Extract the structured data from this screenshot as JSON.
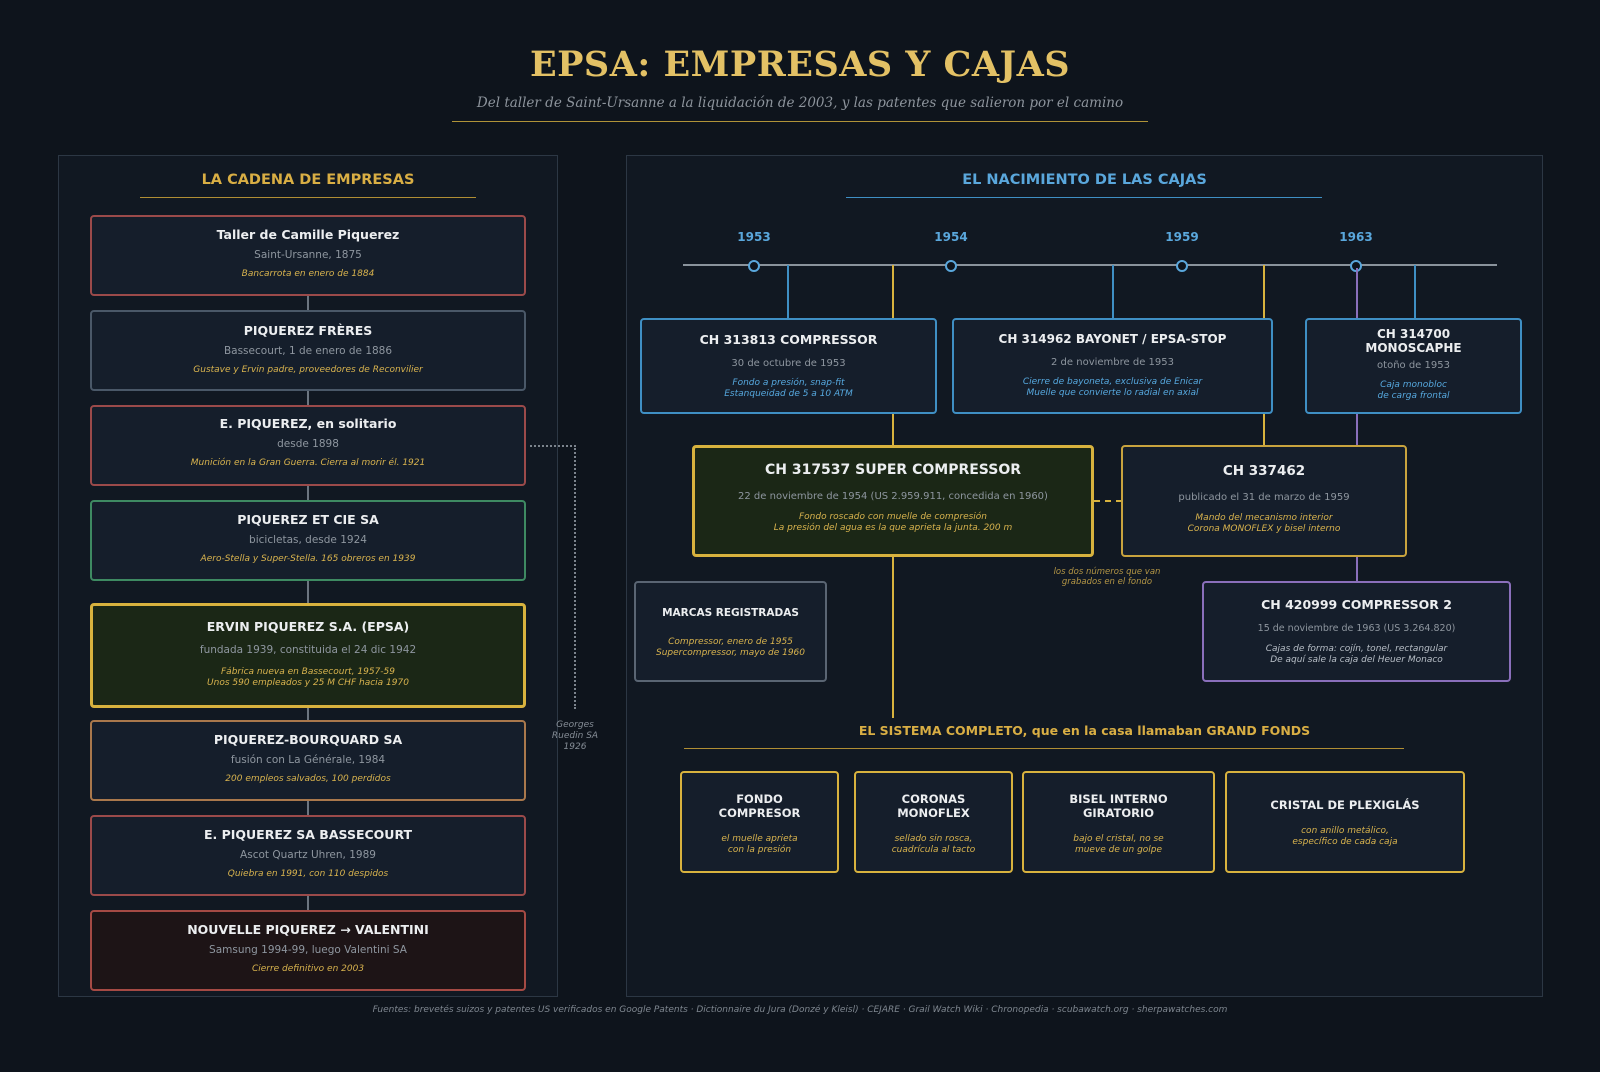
{
  "header": {
    "title": "EPSA: EMPRESAS Y CAJAS",
    "subtitle": "Del taller de Saint-Ursanne a la liquidación de 2003, y las patentes que salieron por el camino"
  },
  "left_panel": {
    "title": "LA CADENA DE EMPRESAS",
    "companies": [
      {
        "name": "Taller de Camille Piquerez",
        "sub": "Saint-Ursanne, 1875",
        "note": "Bancarrota en enero de 1884"
      },
      {
        "name": "PIQUEREZ FRÈRES",
        "sub": "Bassecourt, 1 de enero de 1886",
        "note": "Gustave y Ervin padre, proveedores de Reconvilier"
      },
      {
        "name": "E. PIQUEREZ, en solitario",
        "sub": "desde 1898",
        "note": "Munición en la Gran Guerra. Cierra al morir él. 1921"
      },
      {
        "name": "PIQUEREZ ET CIE SA",
        "sub": "bicicletas, desde 1924",
        "note": "Aero-Stella y Super-Stella. 165 obreros en 1939"
      },
      {
        "name": "ERVIN PIQUEREZ S.A.  (EPSA)",
        "sub": "fundada 1939, constituida el 24 dic 1942",
        "note": "Fábrica nueva en Bassecourt, 1957-59",
        "note2": "Unos 590 empleados y 25 M CHF hacia 1970"
      },
      {
        "name": "PIQUEREZ-BOURQUARD SA",
        "sub": "fusión con La Générale, 1984",
        "note": "200 empleos salvados, 100 perdidos"
      },
      {
        "name": "E. PIQUEREZ SA BASSECOURT",
        "sub": "Ascot Quartz Uhren, 1989",
        "note": "Quiebra en 1991, con 110 despidos"
      },
      {
        "name": "NOUVELLE PIQUEREZ → VALENTINI",
        "sub": "Samsung 1994-99, luego Valentini SA",
        "note": "Cierre definitivo en 2003"
      }
    ],
    "side_note": [
      "Georges",
      "Ruedin SA",
      "1926"
    ]
  },
  "right_panel": {
    "title": "EL NACIMIENTO DE LAS CAJAS",
    "years": [
      "1953",
      "1954",
      "1959",
      "1963"
    ],
    "patents": {
      "p313813": {
        "title": "CH 313813   COMPRESSOR",
        "date": "30 de octubre de 1953",
        "n1": "Fondo a presión, snap-fit",
        "n2": "Estanqueidad de 5 a 10 ATM"
      },
      "p314962": {
        "title": "CH 314962   BAYONET / EPSA-STOP",
        "date": "2 de noviembre de 1953",
        "n1": "Cierre de bayoneta, exclusiva de Enicar",
        "n2": "Muelle que convierte lo radial en axial"
      },
      "p314700": {
        "title1": "CH 314700",
        "title2": "MONOSCAPHE",
        "date": "otoño de 1953",
        "n1": "Caja monobloc",
        "n2": "de carga frontal"
      },
      "p317537": {
        "title": "CH 317537   SUPER COMPRESSOR",
        "date": "22 de noviembre de 1954    (US 2.959.911, concedida en 1960)",
        "n1": "Fondo roscado con muelle de compresión",
        "n2": "La presión del agua es la que aprieta la junta. 200 m"
      },
      "p337462": {
        "title": "CH 337462",
        "date": "publicado el 31 de marzo de 1959",
        "n1": "Mando del mecanismo interior",
        "n2": "Corona MONOFLEX y bisel interno"
      },
      "p420999": {
        "title": "CH 420999   COMPRESSOR 2",
        "date": "15 de noviembre de 1963   (US 3.264.820)",
        "n1": "Cajas de forma: cojín, tonel, rectangular",
        "n2": "De aquí sale la caja del Heuer Monaco"
      }
    },
    "marks": {
      "title": "MARCAS REGISTRADAS",
      "n1": "Compressor, enero de 1955",
      "n2": "Supercompressor, mayo de 1960"
    },
    "engraved_note": [
      "los dos números que van",
      "grabados en el fondo"
    ],
    "system": {
      "title": "EL SISTEMA COMPLETO,  que en la casa llamaban  GRAND FONDS",
      "items": [
        {
          "l1": "FONDO",
          "l2": "COMPRESOR",
          "n1": "el muelle aprieta",
          "n2": "con la presión"
        },
        {
          "l1": "CORONAS",
          "l2": "MONOFLEX",
          "n1": "sellado sin rosca,",
          "n2": "cuadrícula al tacto"
        },
        {
          "l1": "BISEL INTERNO",
          "l2": "GIRATORIO",
          "n1": "bajo el cristal, no se",
          "n2": "mueve de un golpe"
        },
        {
          "l1": "CRISTAL DE PLEXIGLÁS",
          "l2": "",
          "n1": "con anillo metálico,",
          "n2": "específico de cada caja"
        }
      ]
    }
  },
  "footer": "Fuentes: brevetés suizos y patentes US verificados en Google Patents · Dictionnaire du Jura (Donzé y Kleisl) · CEJARE · Grail Watch Wiki · Chronopedia · scubawatch.org · sherpawatches.com",
  "colors": {
    "gold": "#e3c165",
    "blue": "#3f8fc4",
    "red": "#b0524f",
    "green": "#3e9a6e",
    "orange": "#c08a5a",
    "purple": "#8a6fbb",
    "gray": "#5a6573"
  }
}
